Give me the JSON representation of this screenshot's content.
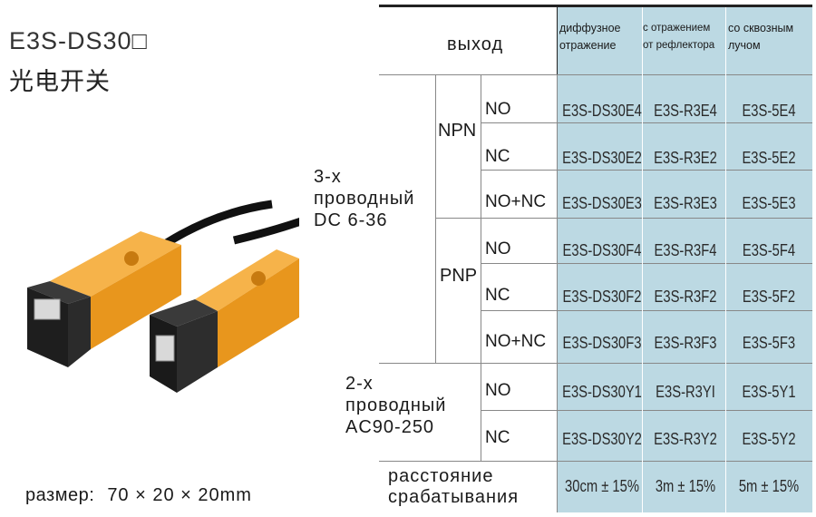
{
  "header": {
    "title": "E3S-DS30□",
    "subtitle": "光电开关",
    "output_label": "выход"
  },
  "columns": {
    "diffuse": [
      "диффузное",
      "отражение"
    ],
    "reflector": [
      "с отражением",
      "от рефлектора"
    ],
    "through": [
      "со сквозным",
      "лучом"
    ]
  },
  "groups": {
    "dc3": [
      "3-х",
      "проводный",
      "DC 6-36"
    ],
    "ac2": [
      "2-х",
      "проводный",
      "AC90-250"
    ],
    "npn": "NPN",
    "pnp": "PNP"
  },
  "rows": [
    {
      "out": "NO",
      "diffuse": "E3S-DS30E4",
      "reflector": "E3S-R3E4",
      "through": "E3S-5E4"
    },
    {
      "out": "NC",
      "diffuse": "E3S-DS30E2",
      "reflector": "E3S-R3E2",
      "through": "E3S-5E2"
    },
    {
      "out": "NO+NC",
      "diffuse": "E3S-DS30E3",
      "reflector": "E3S-R3E3",
      "through": "E3S-5E3"
    },
    {
      "out": "NO",
      "diffuse": "E3S-DS30F4",
      "reflector": "E3S-R3F4",
      "through": "E3S-5F4"
    },
    {
      "out": "NC",
      "diffuse": "E3S-DS30F2",
      "reflector": "E3S-R3F2",
      "through": "E3S-5F2"
    },
    {
      "out": "NO+NC",
      "diffuse": "E3S-DS30F3",
      "reflector": "E3S-R3F3",
      "through": "E3S-5F3"
    },
    {
      "out": "NO",
      "diffuse": "E3S-DS30Y1",
      "reflector": "E3S-R3YI",
      "through": "E3S-5Y1"
    },
    {
      "out": "NC",
      "diffuse": "E3S-DS30Y2",
      "reflector": "E3S-R3Y2",
      "through": "E3S-5Y2"
    }
  ],
  "distance": {
    "label": [
      "расстояние",
      "срабатывания"
    ],
    "diffuse": "30cm ± 15%",
    "reflector": "3m ± 15%",
    "through": "5m ± 15%"
  },
  "size": {
    "label": "размер:",
    "value": "70 × 20 × 20mm"
  },
  "colors": {
    "shade": "#bcd9e3",
    "sensor_body": "#f0a22a",
    "sensor_head": "#1e1e1e"
  }
}
